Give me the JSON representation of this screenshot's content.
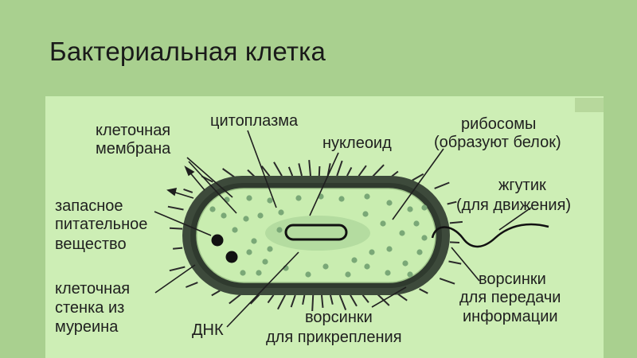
{
  "slide": {
    "title": "Бактериальная клетка"
  },
  "diagram": {
    "labels": {
      "cell_membrane_1": "клеточная",
      "cell_membrane_2": "мембрана",
      "cytoplasm": "цитоплазма",
      "nucleoid": "нуклеоид",
      "ribosomes_1": "рибосомы",
      "ribosomes_2": "(образуют белок)",
      "flagellum_1": "жгутик",
      "flagellum_2": "(для движения)",
      "storage_1": "запасное",
      "storage_2": "питательное",
      "storage_3": "вещество",
      "cell_wall_1": "клеточная",
      "cell_wall_2": "стенка из",
      "cell_wall_3": "муреина",
      "dna": "ДНК",
      "pili_attach_1": "ворсинки",
      "pili_attach_2": "для прикрепления",
      "pili_info_1": "ворсинки",
      "pili_info_2": "для передачи",
      "pili_info_3": "информации"
    },
    "colors": {
      "panel_bg": "#cdeeb5",
      "slide_bg": "#a9d08f",
      "wall": "#3d4a3b",
      "cytoplasm": "#c9edb0",
      "ribosome": "#7aa877",
      "nucleoid": "#b4dca0",
      "storage_granule": "#111111"
    }
  }
}
